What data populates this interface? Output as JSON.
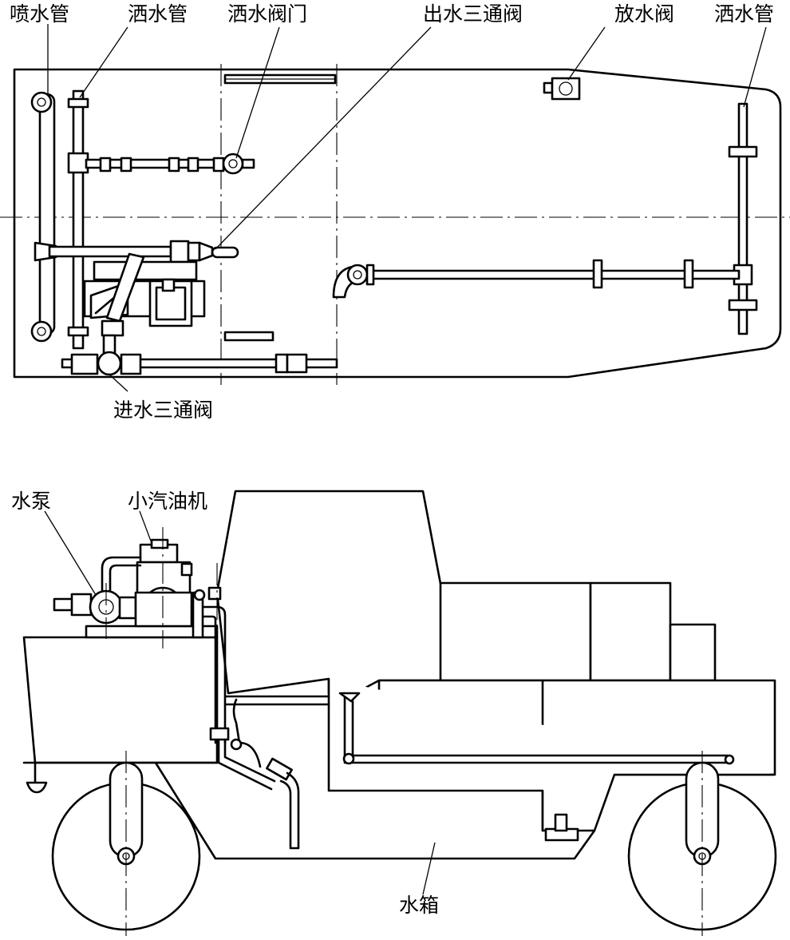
{
  "top_view": {
    "labels": {
      "spray_pipe": "喷水管",
      "sprinkler_pipe_left": "洒水管",
      "sprinkler_valve": "洒水阀门",
      "outlet_three_way_valve": "出水三通阀",
      "drain_valve": "放水阀",
      "sprinkler_pipe_right": "洒水管",
      "inlet_three_way_valve": "进水三通阀"
    }
  },
  "side_view": {
    "labels": {
      "water_pump": "水泵",
      "small_gasoline_engine": "小汽油机",
      "water_tank": "水箱"
    }
  },
  "colors": {
    "line": "#000000",
    "background": "#ffffff"
  }
}
